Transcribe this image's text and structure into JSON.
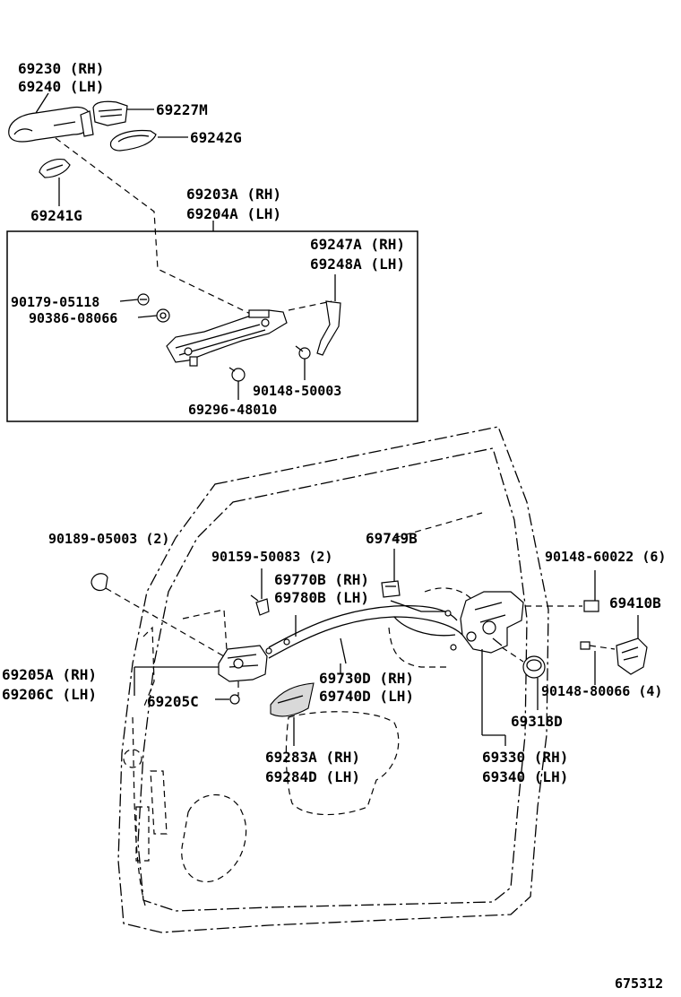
{
  "labels": {
    "handle_rh": "69230 (RH)",
    "handle_lh": "69240 (LH)",
    "cover": "69227M",
    "pad_a": "69242G",
    "pad_b": "69241G",
    "frame_rh": "69203A (RH)",
    "frame_lh": "69204A (LH)",
    "rod_rh": "69247A (RH)",
    "rod_lh": "69248A (LH)",
    "bolt_05118": "90179-05118",
    "nut_08066": "90386-08066",
    "screw_50003": "90148-50003",
    "bolt_48010": "69296-48010",
    "clip_05003": "90189-05003 (2)",
    "screw_50083": "90159-50083 (2)",
    "part_69749b": "69749B",
    "screw_60022": "90148-60022 (6)",
    "cable_rh": "69770B (RH)",
    "cable_lh": "69780B (LH)",
    "striker": "69410B",
    "inner_rh": "69205A (RH)",
    "inner_lh": "69206C (LH)",
    "inner_c": "69205C",
    "cable2_rh": "69730D (RH)",
    "cable2_lh": "69740D (LH)",
    "screw_80066": "90148-80066 (4)",
    "cover_69318d": "69318D",
    "pad_rh": "69283A (RH)",
    "pad_lh": "69284D (LH)",
    "lock_rh": "69330 (RH)",
    "lock_lh": "69340 (LH)",
    "figure_number": "675312"
  }
}
